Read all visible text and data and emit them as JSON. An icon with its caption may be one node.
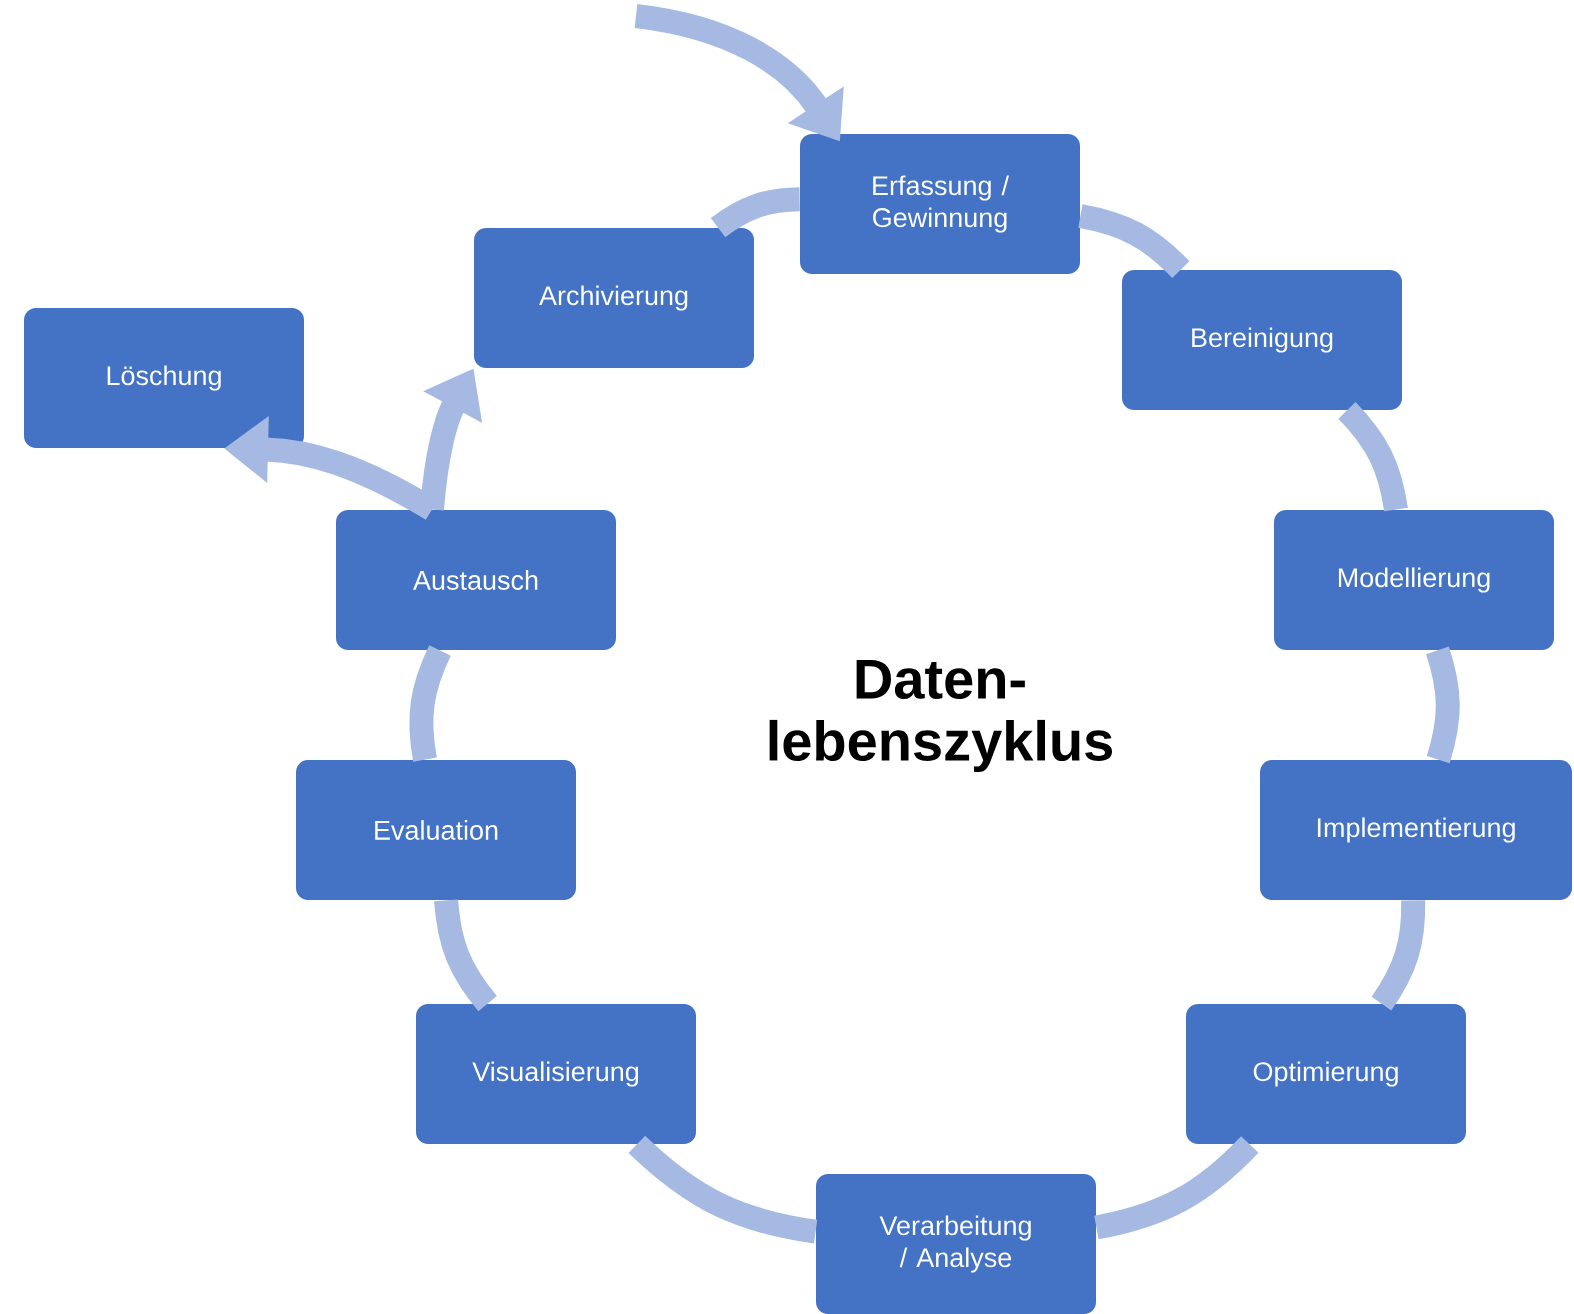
{
  "diagram": {
    "title": "Daten- lebenszyklus",
    "nodes": [
      {
        "text": [
          "Erfassung / Gewinnung"
        ]
      },
      {
        "text": [
          "Bereinigung"
        ]
      },
      {
        "text": [
          "Modellierung"
        ]
      },
      {
        "text": [
          "Implementierung"
        ]
      },
      {
        "text": [
          "Optimierung"
        ]
      },
      {
        "text": [
          "Verarbeitung / Analyse"
        ]
      },
      {
        "text": [
          "Visualisierung"
        ]
      },
      {
        "text": [
          "Evaluation"
        ]
      },
      {
        "text": [
          "Austausch"
        ]
      },
      {
        "text": [
          "Archivierung"
        ]
      },
      {
        "text": [
          "Löschung"
        ]
      }
    ],
    "edges": [
      {
        "from": 0,
        "to": 1,
        "arrow": "none"
      },
      {
        "from": 1,
        "to": 2,
        "arrow": "none"
      },
      {
        "from": 2,
        "to": 3,
        "arrow": "none"
      },
      {
        "from": 3,
        "to": 4,
        "arrow": "none"
      },
      {
        "from": 4,
        "to": 5,
        "arrow": "none"
      },
      {
        "from": 5,
        "to": 6,
        "arrow": "none"
      },
      {
        "from": 6,
        "to": 7,
        "arrow": "none"
      },
      {
        "from": 7,
        "to": 8,
        "arrow": "none"
      },
      {
        "from": 8,
        "to": 9,
        "arrow": "to"
      },
      {
        "from": 9,
        "to": 0,
        "arrow": "none"
      },
      {
        "from": 8,
        "to": 10,
        "arrow": "to"
      },
      {
        "from": null,
        "to": 0,
        "arrow": "to"
      }
    ]
  }
}
